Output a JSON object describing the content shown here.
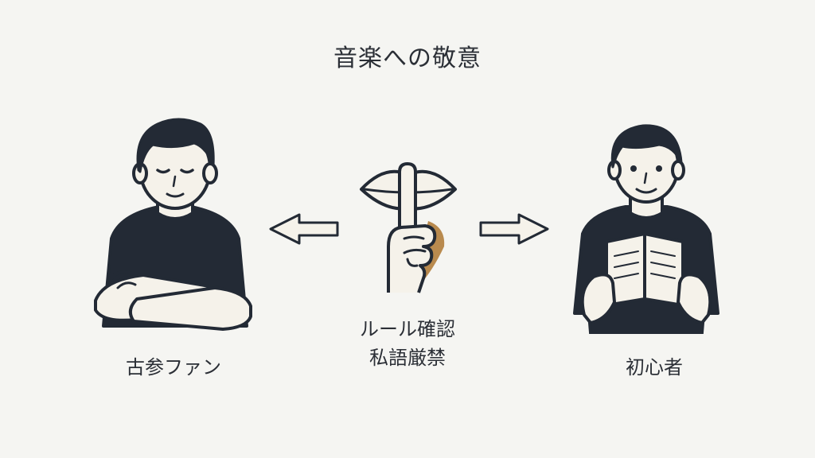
{
  "title": "音楽への敬意",
  "left_person": {
    "label": "古参ファン",
    "icon": "veteran-fan-arms-crossed"
  },
  "center": {
    "line1": "ルール確認",
    "line2": "私語厳禁",
    "icon": "shush-gesture-icon"
  },
  "right_person": {
    "label": "初心者",
    "icon": "beginner-reading-book"
  },
  "colors": {
    "background": "#f5f5f2",
    "ink": "#232a35",
    "navy": "#1f2937",
    "skin": "#f5f2ea",
    "accent": "#b98a4e"
  }
}
